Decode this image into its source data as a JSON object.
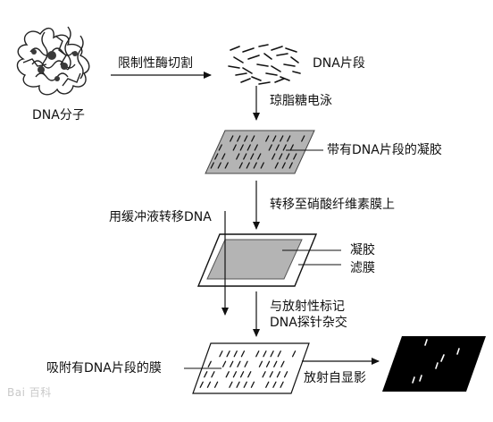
{
  "labels": {
    "molecule": "DNA分子",
    "enzyme": "限制性酶切割",
    "fragments": "DNA片段",
    "electrophoresis": "琼脂糖电泳",
    "gel_with_fragments": "带有DNA片段的凝胶",
    "transfer_to_nc": "转移至硝酸纤维素膜上",
    "buffer_transfer": "用缓冲液转移DNA",
    "gel": "凝胶",
    "filter_membrane": "滤膜",
    "probe_line1": "与放射性标记",
    "probe_line2": "DNA探针杂交",
    "membrane_with_fragments": "吸附有DNA片段的膜",
    "autoradiography": "放射自显影"
  },
  "watermark": "Bai 百科",
  "colors": {
    "line": "#111111",
    "gel_fill": "#b4b4b4",
    "result_fill": "#000000",
    "result_bands": "#ffffff"
  }
}
